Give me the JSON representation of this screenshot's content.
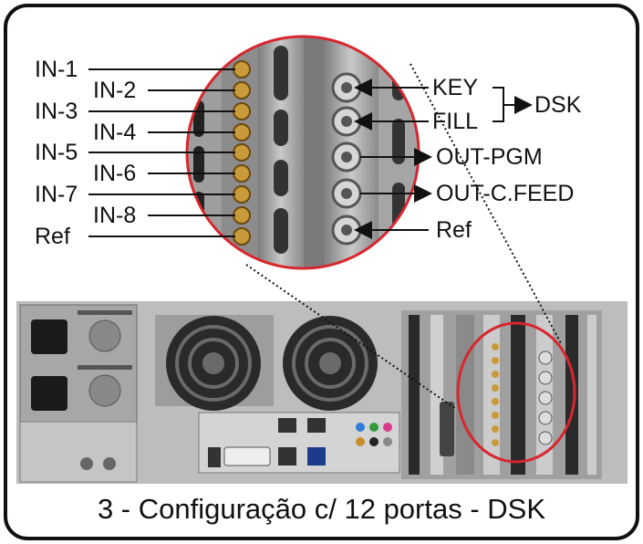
{
  "left_labels": [
    "IN-1",
    "IN-2",
    "IN-3",
    "IN-4",
    "IN-5",
    "IN-6",
    "IN-7",
    "IN-8",
    "Ref"
  ],
  "right_labels": {
    "key": "KEY",
    "fill": "FILL",
    "dsk": "DSK",
    "out_pgm": "OUT-PGM",
    "out_cfeed": "OUT-C.FEED",
    "ref": "Ref"
  },
  "caption": "3 - Configuração c/ 12 portas - DSK",
  "colors": {
    "highlight": "#d8262e",
    "connector_gold": "#c99a3a",
    "metal": "#9a9a9a"
  }
}
